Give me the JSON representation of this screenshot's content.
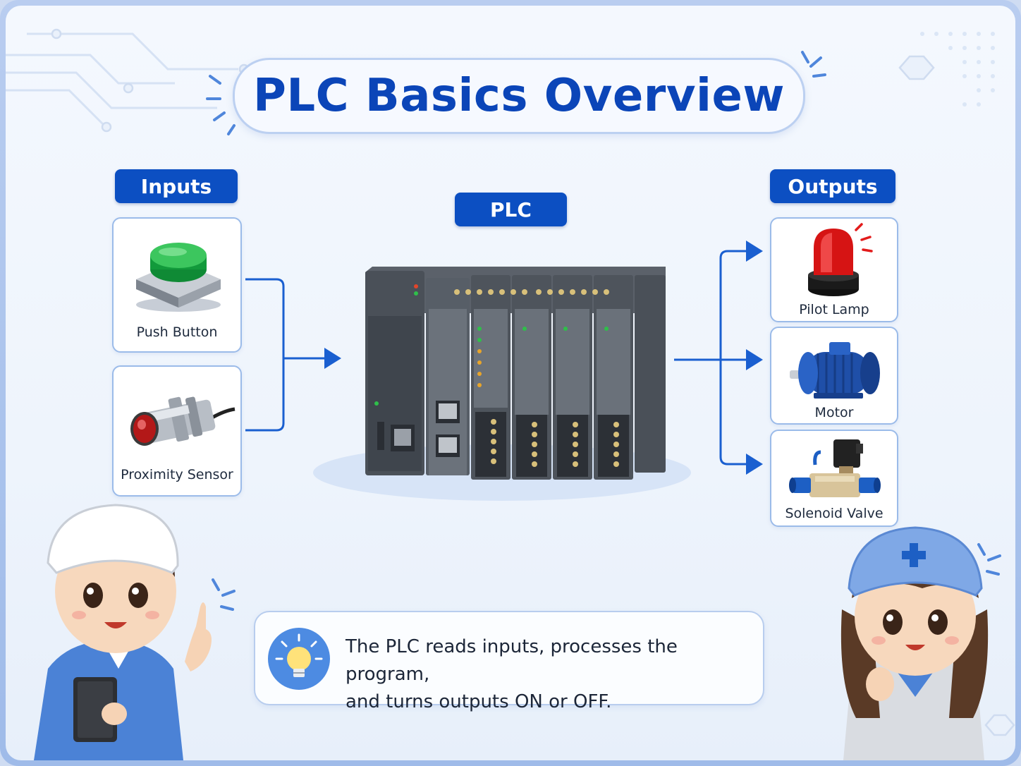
{
  "title": "PLC Basics Overview",
  "sections": {
    "inputs_label": "Inputs",
    "plc_label": "PLC",
    "outputs_label": "Outputs"
  },
  "inputs": [
    {
      "label": "Push Button",
      "icon": "push-button-icon"
    },
    {
      "label": "Proximity Sensor",
      "icon": "proximity-sensor-icon"
    }
  ],
  "outputs": [
    {
      "label": "Pilot Lamp",
      "icon": "pilot-lamp-icon"
    },
    {
      "label": "Motor",
      "icon": "motor-icon"
    },
    {
      "label": "Solenoid Valve",
      "icon": "solenoid-valve-icon"
    }
  ],
  "note": {
    "line1": "The PLC reads inputs, processes the program,",
    "line2": "and turns outputs ON or OFF."
  },
  "colors": {
    "accent": "#0c4fc2",
    "arrow": "#1a5fd0",
    "box_border": "#9bbbe9",
    "background": "#eef4fc"
  }
}
